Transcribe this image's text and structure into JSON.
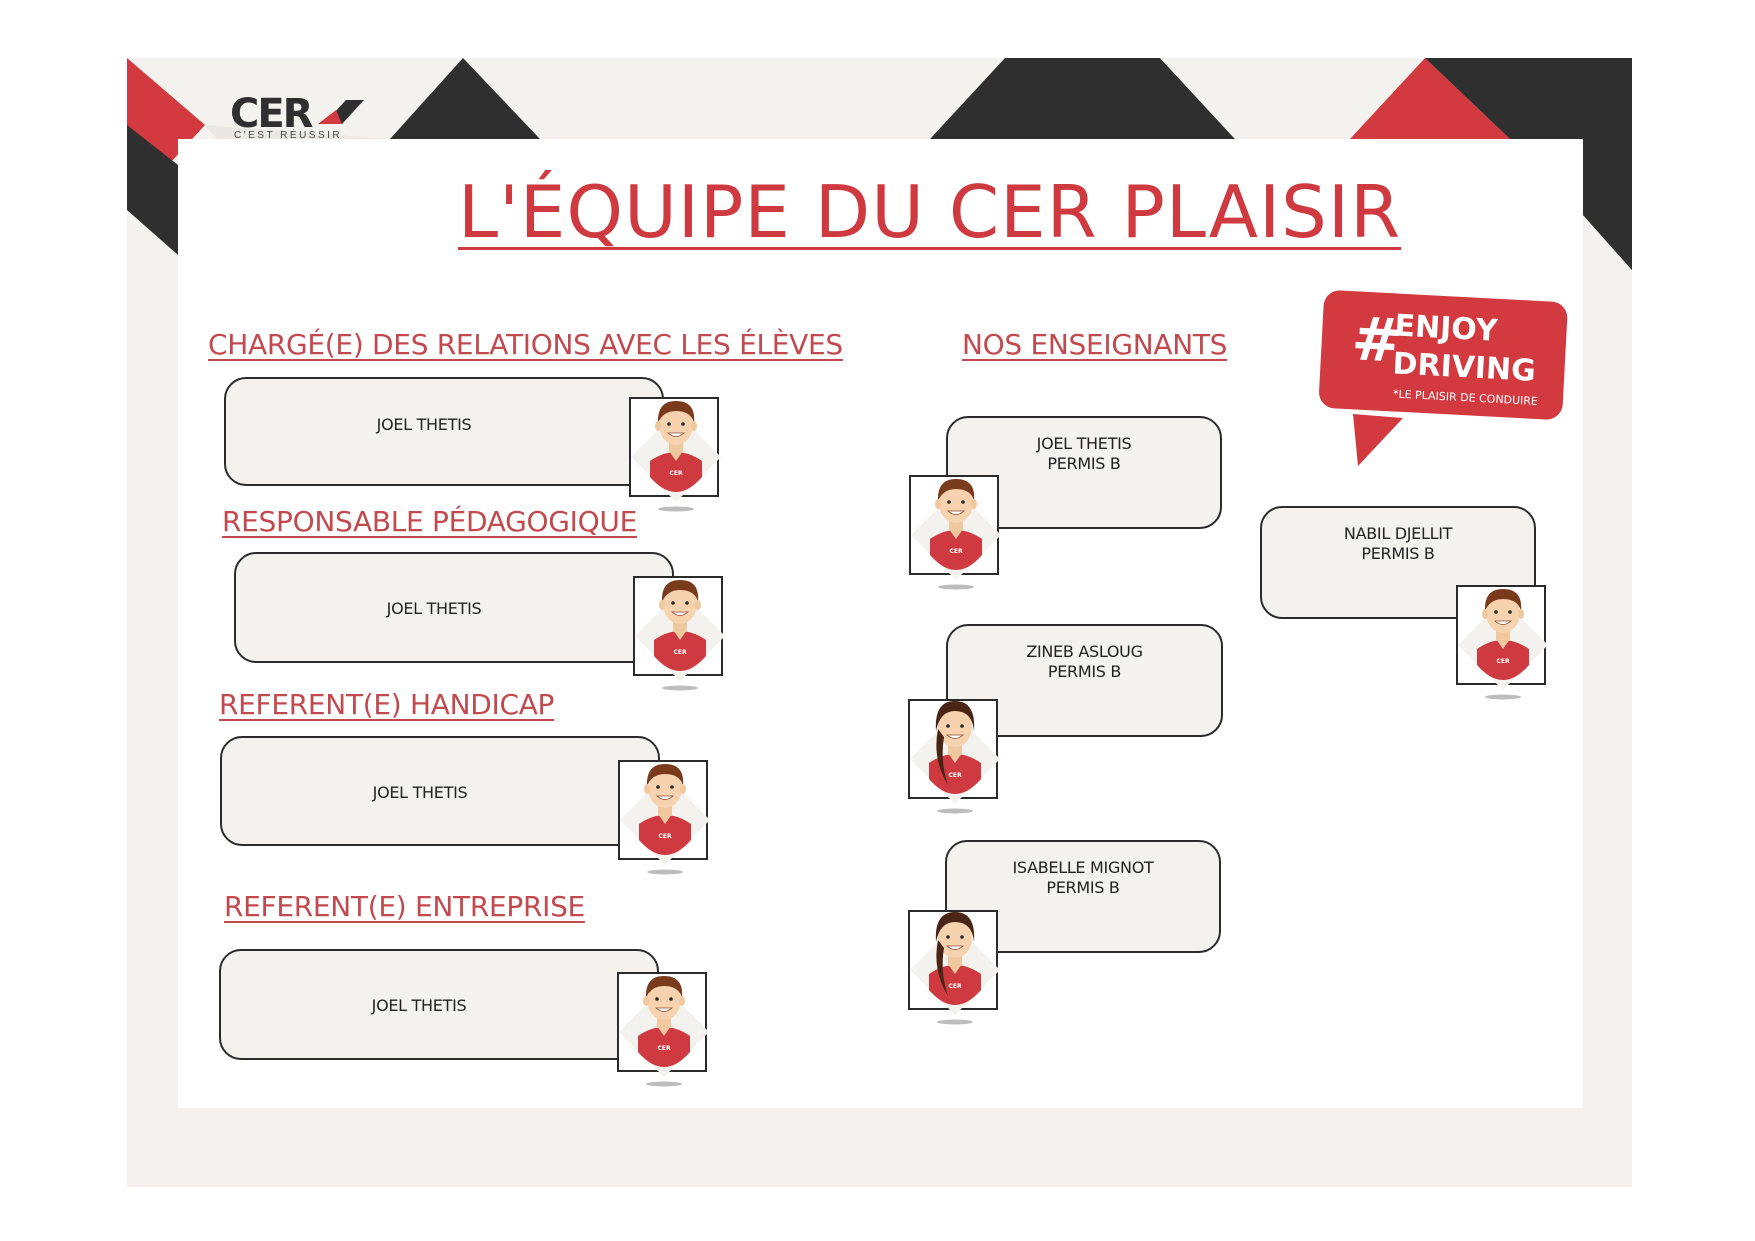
{
  "logo": {
    "word": "CER",
    "tagline": "C'EST RÉUSSIR"
  },
  "title": "L'ÉQUIPE DU CER PLAISIR",
  "badge": {
    "hash": "#",
    "line1": "ENJOY",
    "line2": "DRIVING",
    "subtitle": "*LE PLAISIR DE CONDUIRE"
  },
  "colors": {
    "brand_red": "#cf3a40",
    "dark": "#2f2f2f",
    "card_bg": "#f3f2ee"
  },
  "sections": {
    "relations": {
      "heading": "CHARGÉ(E) DES RELATIONS AVEC LES ÉLÈVES",
      "name": "JOEL THETIS"
    },
    "pedagogique": {
      "heading": "RESPONSABLE PÉDAGOGIQUE",
      "name": "JOEL THETIS"
    },
    "handicap": {
      "heading": "REFERENT(E) HANDICAP",
      "name": "JOEL THETIS"
    },
    "entreprise": {
      "heading": "REFERENT(E) ENTREPRISE",
      "name": "JOEL THETIS"
    }
  },
  "teachers": {
    "heading": "NOS ENSEIGNANTS",
    "items": [
      {
        "name": "JOEL THETIS",
        "role": "PERMIS B",
        "avatar": "male-instructor-icon"
      },
      {
        "name": "ZINEB ASLOUG",
        "role": "PERMIS B",
        "avatar": "female-instructor-icon"
      },
      {
        "name": "ISABELLE MIGNOT",
        "role": "PERMIS B",
        "avatar": "female-instructor-icon"
      },
      {
        "name": "NABIL DJELLIT",
        "role": "PERMIS B",
        "avatar": "male-instructor-icon"
      }
    ]
  }
}
